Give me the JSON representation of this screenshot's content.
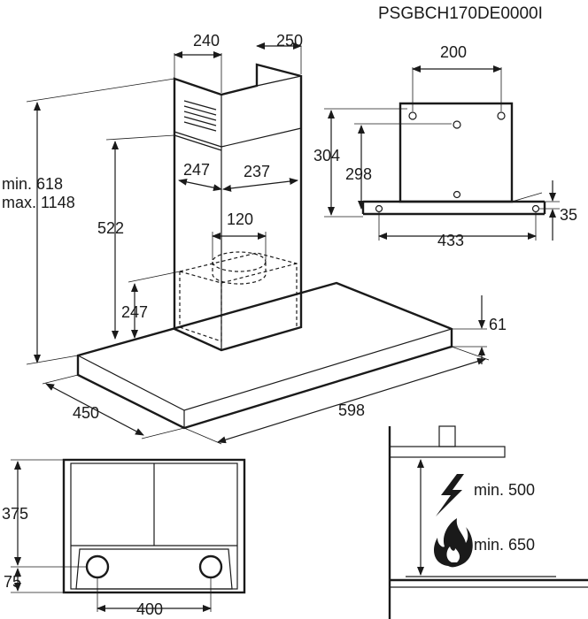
{
  "product_code": "PSGBCH170DE0000I",
  "dimensions": {
    "chimney_depth": "240",
    "chimney_width": "250",
    "bracket_spacing": "200",
    "total_height_min": "min. 618",
    "total_height_max": "max. 1148",
    "lower_chimney_height": "522",
    "inner_depth": "247",
    "inner_width": "237",
    "outlet_diameter": "120",
    "outlet_height": "247",
    "bracket_height_a": "304",
    "bracket_height_b": "298",
    "bracket_offset": "35",
    "bracket_width": "433",
    "canopy_thickness": "61",
    "canopy_depth": "450",
    "canopy_width": "598",
    "top_depth": "375",
    "light_offset": "75",
    "light_spacing": "400"
  },
  "clearance": {
    "electric": "min. 500",
    "gas": "min. 650"
  },
  "icons": [
    "lightning-icon",
    "flame-icon"
  ]
}
